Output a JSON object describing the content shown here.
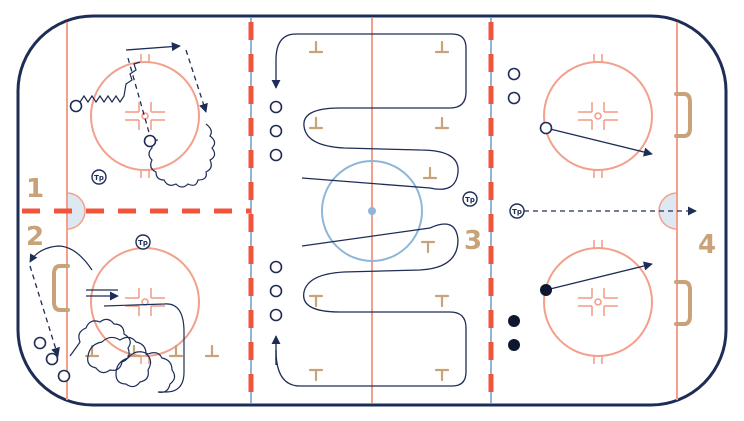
{
  "diagram": {
    "zone_labels": [
      "1",
      "2",
      "3",
      "4"
    ],
    "marker_label": "Tp",
    "cone_glyph": "T",
    "colors": {
      "board": "#1e2d56",
      "red_line": "#f0543c",
      "blue_line": "#8fb6d8",
      "circle": "#f2a08c",
      "crease": "#dde8f3",
      "cone": "#c9a27a",
      "path": "#1e2d56",
      "marker_fill": "#ffffff"
    },
    "icons": {
      "player_open": "open-circle-icon",
      "player_filled": "filled-circle-icon",
      "coach": "coach-tp-icon",
      "cone": "cone-icon",
      "net": "net-icon"
    }
  }
}
